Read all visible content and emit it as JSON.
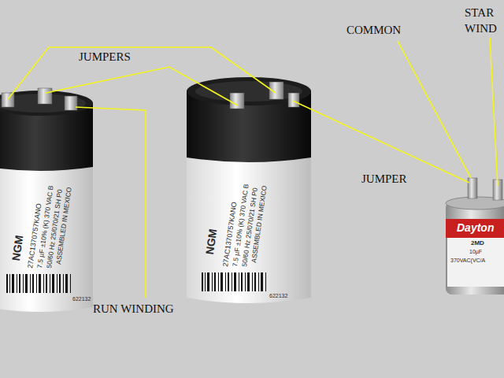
{
  "diagram": {
    "labels": [
      "JUMPERS",
      "RUN WINDING",
      "COMMON",
      "JUMPER",
      "STAR",
      "WIND",
      "NGM",
      "27AC1370757KANO",
      "7.5 µF ±10% (K) 370 VAC B",
      "50/60 Hz 25/070/21 SH P0",
      "ASSEMBLED IN MEXICO",
      "622132",
      "NGM",
      "27AC1370757KANO",
      "7.5 µF ±10% (K) 370 VAC B",
      "50/60 Hz 25/070/21 SH P0",
      "ASSEMBLED IN MEXICO",
      "622132",
      "Dayton",
      "2MD",
      "10µF",
      "370VAC(VC/A"
    ]
  }
}
